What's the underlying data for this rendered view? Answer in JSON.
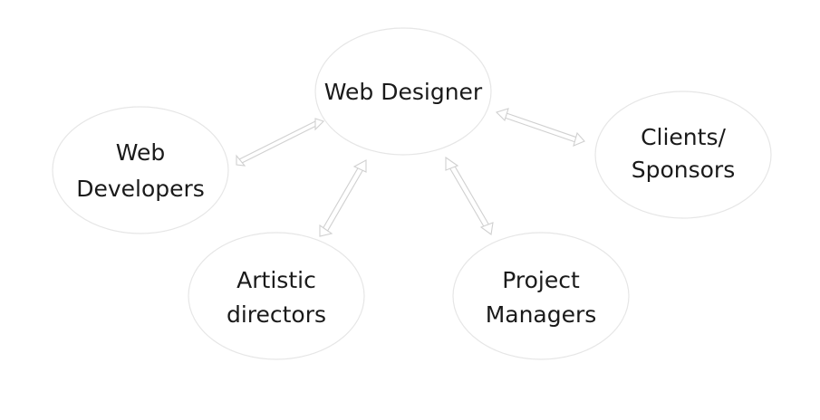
{
  "diagram": {
    "center": {
      "label": "Web Designer"
    },
    "nodes": {
      "web_developers": {
        "lines": [
          "Web",
          "Developers"
        ]
      },
      "clients": {
        "lines": [
          "Clients/",
          "Sponsors"
        ]
      },
      "artistic": {
        "lines": [
          "Artistic",
          "directors"
        ]
      },
      "project": {
        "lines": [
          "Project",
          "Managers"
        ]
      }
    }
  },
  "colors": {
    "background": "#ffffff",
    "ellipse_stroke": "#e6e6e6",
    "arrow_stroke": "#d0d0d0",
    "text": "#1a1a1a"
  }
}
